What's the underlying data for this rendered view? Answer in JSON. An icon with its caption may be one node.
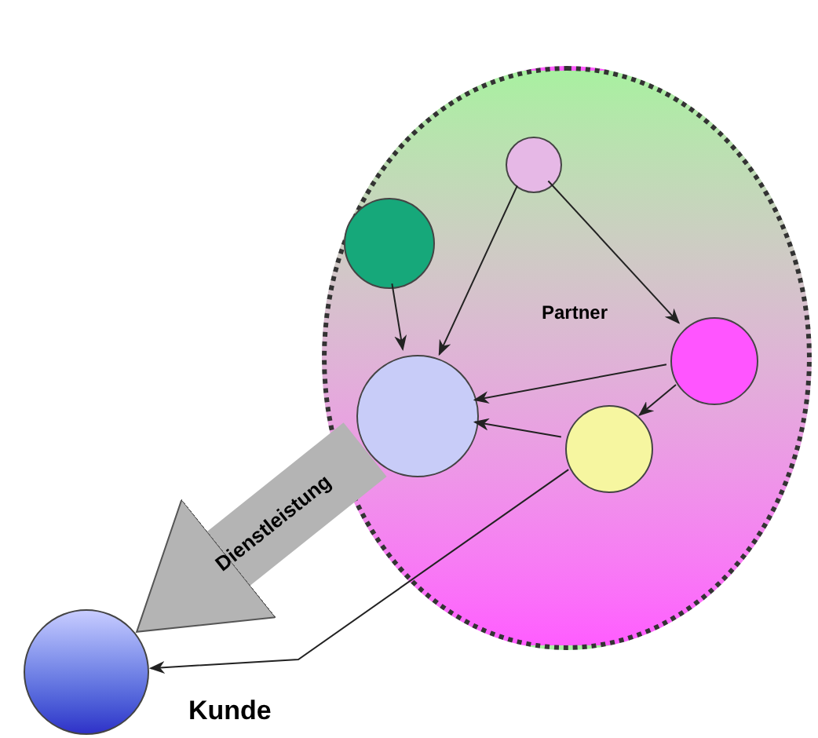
{
  "diagram": {
    "nodes": [
      {
        "text": [
          "Partner"
        ]
      },
      {
        "text": [],
        "shape": "circle",
        "in": 0
      },
      {
        "text": [],
        "shape": "circle",
        "in": 0
      },
      {
        "text": [],
        "shape": "circle",
        "in": 0
      },
      {
        "text": [],
        "shape": "circle",
        "in": 0
      },
      {
        "text": [],
        "shape": "circle",
        "in": 0
      },
      {
        "text": [],
        "shape": "circle",
        "beside": [
          "Kunde"
        ]
      }
    ],
    "edges": [
      {
        "from": 1,
        "to": 3,
        "arrow": "to"
      },
      {
        "from": 1,
        "to": 4,
        "arrow": "to"
      },
      {
        "from": 2,
        "to": 3,
        "arrow": "to"
      },
      {
        "from": 4,
        "to": 3,
        "arrow": "to"
      },
      {
        "from": 4,
        "to": 5,
        "arrow": "to"
      },
      {
        "from": 5,
        "to": 3,
        "arrow": "to"
      },
      {
        "from": 5,
        "to": 6,
        "arrow": "to"
      },
      {
        "from": 3,
        "to": 6,
        "arrow": "to",
        "label": "Dienstleistung",
        "style": "thick",
        "color": "#b4b4b4"
      }
    ]
  }
}
